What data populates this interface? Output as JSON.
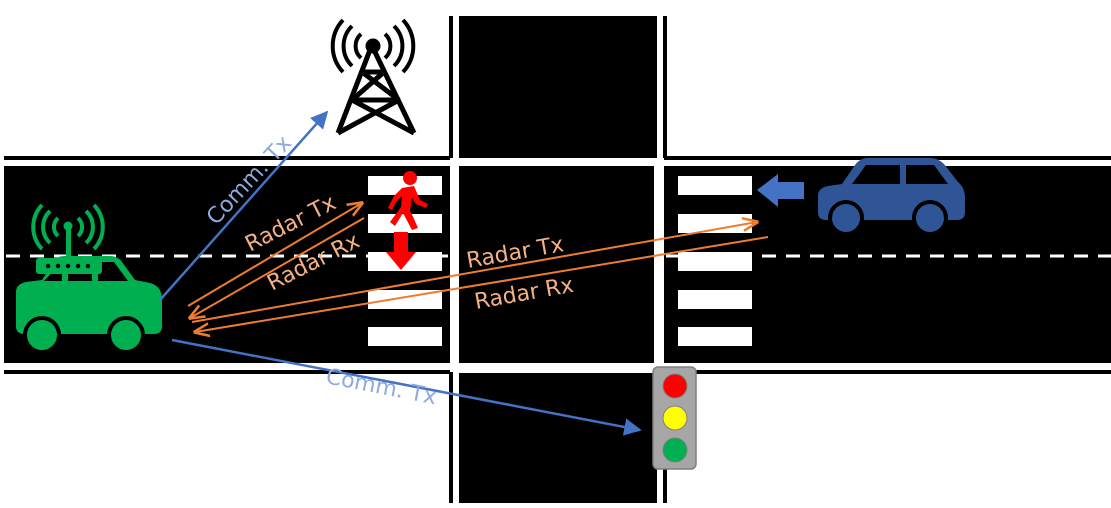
{
  "labels": {
    "comm_tx_tower": "Comm. Tx",
    "comm_tx_light": "Comm. Tx",
    "radar_tx_pedestrian": "Radar Tx",
    "radar_rx_pedestrian": "Radar Rx",
    "radar_tx_car": "Radar Tx",
    "radar_rx_car": "Radar Rx"
  },
  "colors": {
    "road": "#000000",
    "road_edge": "#ffffff",
    "lane_dash": "#ffffff",
    "crosswalk": "#ffffff",
    "ego_car": "#00b050",
    "other_car": "#2f5597",
    "comm_arrow": "#4472c4",
    "comm_label": "#8faadc",
    "radar_arrow": "#ed7d31",
    "radar_label": "#f4b183",
    "pedestrian": "#ff0000",
    "tower": "#000000",
    "traffic_light_body": "#a6a6a6",
    "light_red": "#ff0000",
    "light_yellow": "#ffff00",
    "light_green": "#00b050"
  },
  "icons": {
    "ego_car": "car-with-antenna-icon",
    "other_car": "car-icon",
    "tower": "cell-tower-icon",
    "pedestrian": "walking-person-icon",
    "traffic_light": "traffic-light-icon"
  }
}
